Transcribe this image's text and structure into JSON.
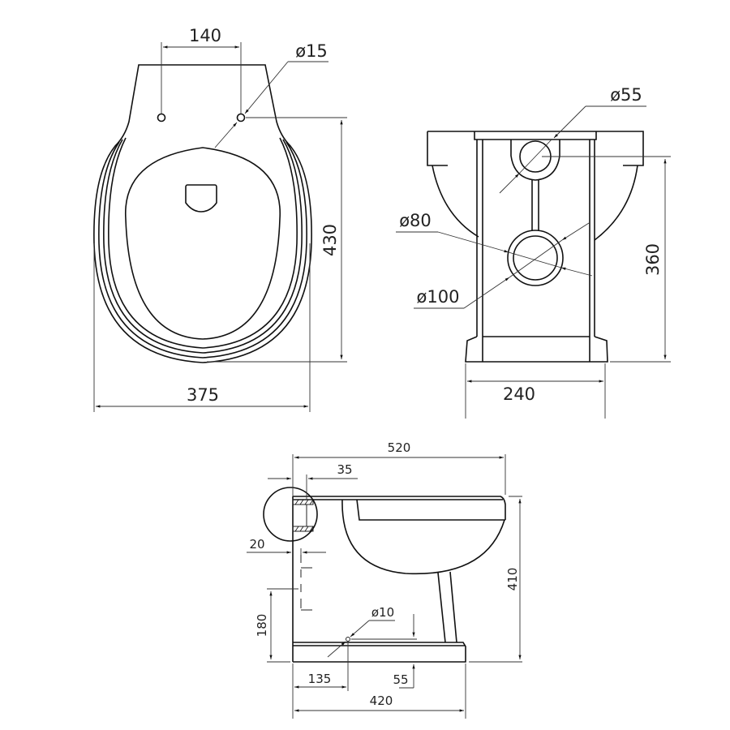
{
  "drawing": {
    "subject": "Toilet technical drawing",
    "views": {
      "top": {
        "dimensions": {
          "bolt_spacing": "140",
          "bolt_hole_diameter": "ø15",
          "length": "430",
          "width": "375"
        }
      },
      "rear": {
        "dimensions": {
          "inlet_diameter": "ø55",
          "outlet_inner_diameter": "ø80",
          "outlet_outer_diameter": "ø100",
          "inlet_height": "360",
          "base_width": "240"
        }
      },
      "side": {
        "dimensions": {
          "overall_length": "520",
          "wall_offset_top": "35",
          "wall_offset_lower": "20",
          "outlet_height": "180",
          "floor_hole_diameter": "ø10",
          "overall_height": "410",
          "floor_hole_offset": "135",
          "floor_hole_height": "55",
          "base_length": "420"
        }
      }
    },
    "colors": {
      "line": "#111111",
      "background": "#ffffff"
    }
  }
}
